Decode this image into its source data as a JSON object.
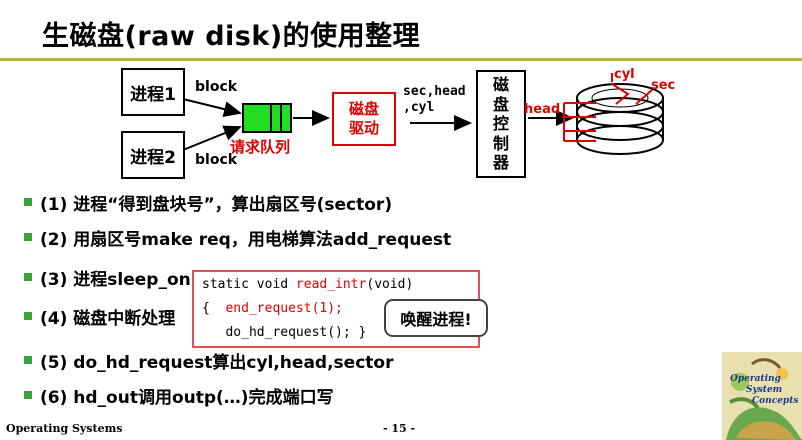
{
  "title": "生磁盘(raw disk)的使用整理",
  "diagram": {
    "process1": "进程1",
    "process2": "进程2",
    "block_top": "block",
    "block_bottom": "block",
    "request_queue": "请求队列",
    "driver_line1": "磁盘",
    "driver_line2": "驱动",
    "sec_head_line1": "sec,head",
    "sec_head_line2": ",cyl",
    "controller_chars": [
      "磁",
      "盘",
      "控",
      "制",
      "器"
    ],
    "disk_cyl": "cyl",
    "disk_sec": "sec",
    "disk_head": "head"
  },
  "bullets": [
    "(1) 进程“得到盘块号”，算出扇区号(sector)",
    "(2) 用扇区号make req，用电梯算法add_request",
    "(3) 进程sleep_on",
    "(4) 磁盘中断处理",
    "(5) do_hd_request算出cyl,head,sector",
    "(6) hd_out调用outp(…)完成端口写"
  ],
  "code": {
    "line1_pre": "static void ",
    "line1_fn": "read_intr",
    "line1_post": "(void)",
    "line2_brace": "{  ",
    "line2_call": "end_request(1);",
    "line3": "   do_hd_request(); }"
  },
  "callout": "唤醒进程!",
  "footer": {
    "left": "Operating Systems",
    "center": "- 15 -"
  },
  "book": {
    "line1": "Operating",
    "line2": "System",
    "line3": "Concepts"
  },
  "colors": {
    "accent_red": "#e00000",
    "queue_green": "#22dd22",
    "rule_olive": "#b8b63a",
    "bullet_green": "#3aa33a"
  }
}
